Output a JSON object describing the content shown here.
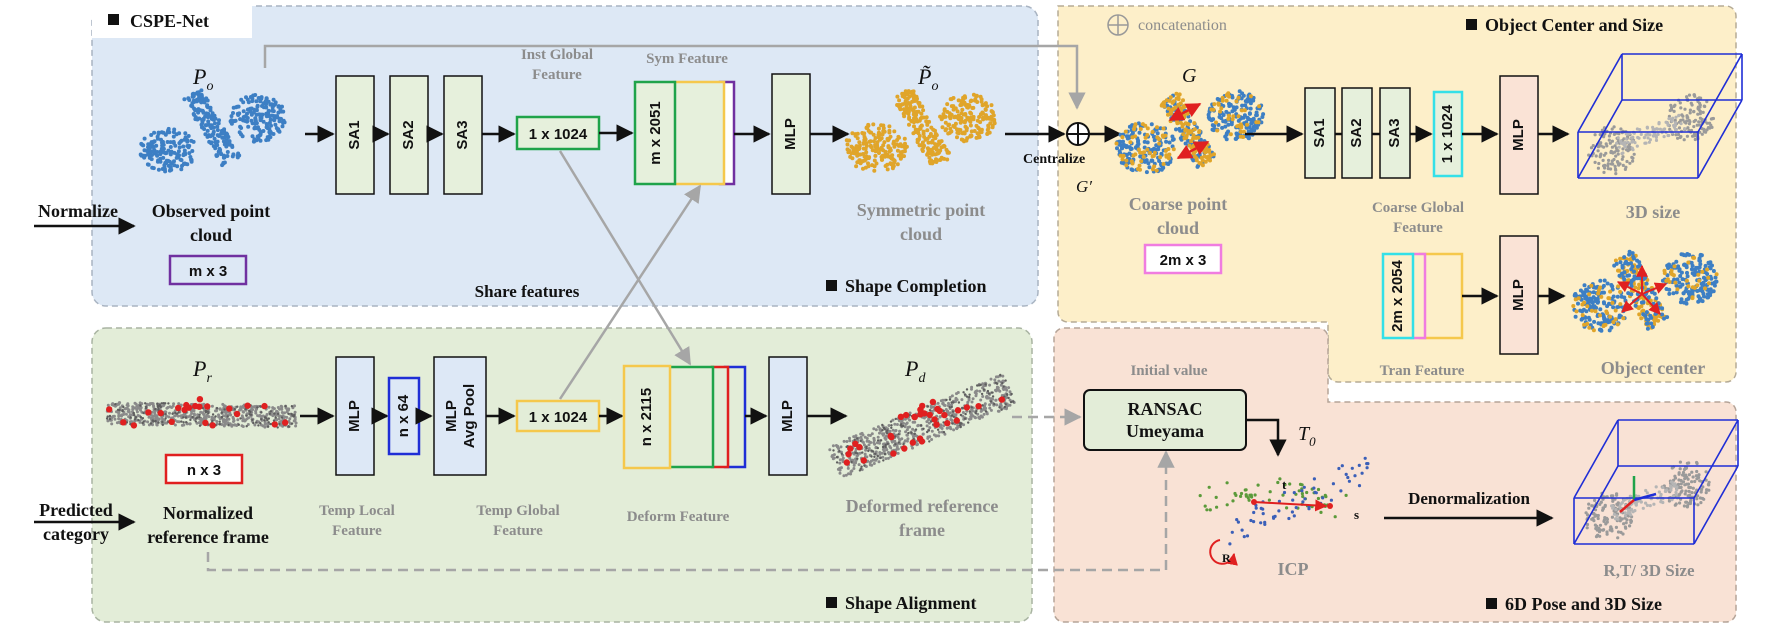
{
  "title": "CSPE-Net",
  "sections": {
    "shape_completion": "Shape Completion",
    "shape_alignment": "Shape Alignment",
    "object_center_size": "Object Center and Size",
    "pose_size": "6D Pose and 3D Size"
  },
  "symbols": {
    "p_o": "P",
    "p_o_sub": "o",
    "p_o_tilde": "P̃",
    "p_r": "P",
    "p_r_sub": "r",
    "p_d": "P",
    "p_d_sub": "d",
    "g": "G",
    "g_prime": "G′",
    "t0": "T",
    "t0_sub": "0",
    "t_label": "t",
    "s_label": "s",
    "r_label": "R"
  },
  "labels": {
    "normalize": "Normalize",
    "observed_point_cloud": [
      "Observed point",
      "cloud"
    ],
    "share_features": "Share features",
    "inst_global_feature": [
      "Inst Global",
      "Feature"
    ],
    "sym_feature": "Sym Feature",
    "symmetric_point_cloud": [
      "Symmetric point",
      "cloud"
    ],
    "centralize": "Centralize",
    "concatenation": "concatenation",
    "coarse_point_cloud": [
      "Coarse point",
      "cloud"
    ],
    "coarse_global_feature": [
      "Coarse Global",
      "Feature"
    ],
    "size_3d": "3D size",
    "tran_feature": "Tran Feature",
    "object_center": "Object center",
    "predicted_category": [
      "Predicted",
      "category"
    ],
    "normalized_reference_frame": [
      "Normalized",
      "reference frame"
    ],
    "temp_local_feature": [
      "Temp Local",
      "Feature"
    ],
    "temp_global_feature": [
      "Temp Global",
      "Feature"
    ],
    "deform_feature": "Deform Feature",
    "deformed_reference_frame": [
      "Deformed reference",
      "frame"
    ],
    "initial_value": "Initial value",
    "ransac": [
      "RANSAC",
      "Umeyama"
    ],
    "icp": "ICP",
    "denormalization": "Denormalization",
    "rt_size": "R,T/ 3D Size"
  },
  "blocks": {
    "sa1": "SA1",
    "sa2": "SA2",
    "sa3": "SA3",
    "inst_global": "1 x 1024",
    "sym": "m x 2051",
    "mlp": "MLP",
    "mx3": "m x 3",
    "coarse_global": "1 x 1024",
    "two_mx3": "2m x 3",
    "tran": "2m x 2054",
    "nx3": "n x 3",
    "nx64": "n x 64",
    "mlp_avgpool": [
      "MLP",
      "Avg Pool"
    ],
    "temp_global": "1 x 1024",
    "deform": "n x 2115"
  },
  "colors": {
    "blue_region": "#dde8f5",
    "green_region": "#e3edd8",
    "yellow_region": "#fdefc9",
    "salmon_region": "#f9e2d5",
    "block_green": "#e6f0dc",
    "block_blue": "#dde8f6",
    "block_salmon": "#fae3d6",
    "outline_green": "#1fa34a",
    "outline_yellow": "#f5c84c",
    "outline_purple": "#7030a0",
    "outline_cyan": "#33e0e8",
    "outline_pink": "#f07ce0",
    "outline_red": "#e01f1f",
    "outline_blue": "#1f2ed6",
    "point_blue": "#3d7fc4",
    "point_gold": "#e0a52a",
    "point_red": "#e02020"
  }
}
